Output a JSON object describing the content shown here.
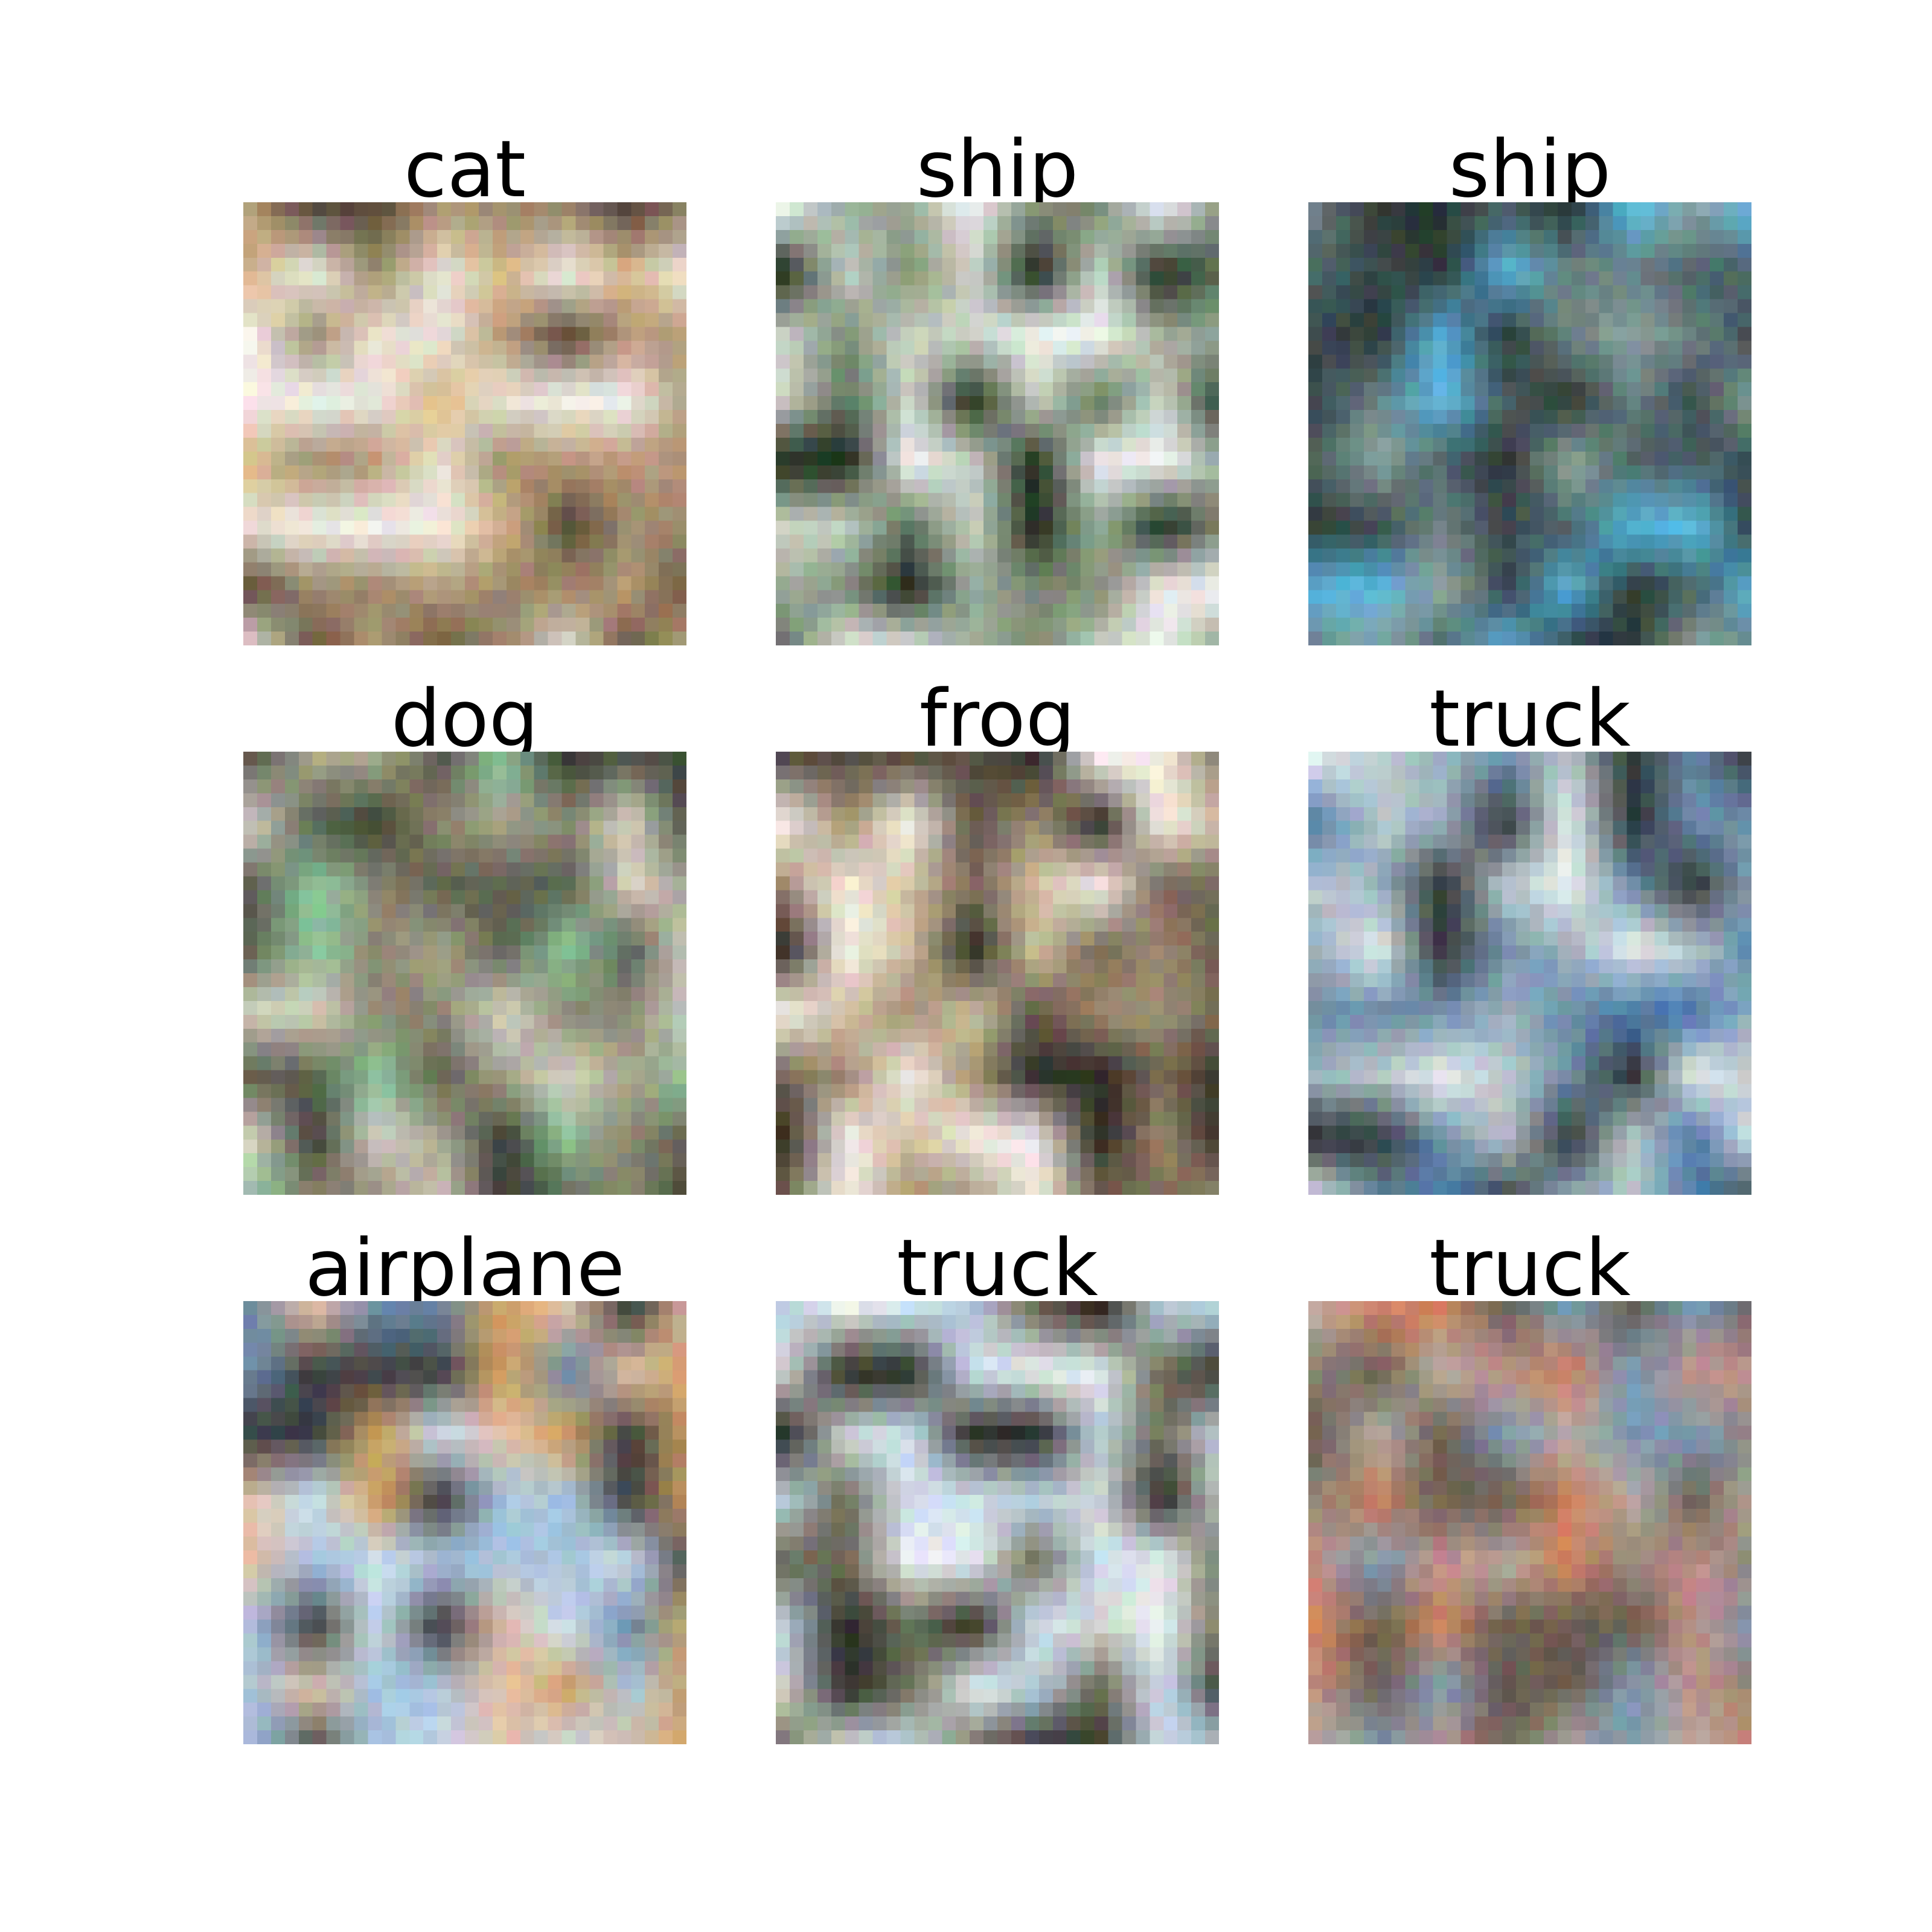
{
  "grid": {
    "columns": 3,
    "rows": 3,
    "cells": [
      {
        "label": "cat",
        "palette": [
          "#b89a78",
          "#e8e2d6",
          "#d8b98a",
          "#5a4a3a",
          "#f2eee8",
          "#9c8a6c"
        ]
      },
      {
        "label": "ship",
        "palette": [
          "#eef2f0",
          "#9aaa98",
          "#5c7058",
          "#c8d2c6",
          "#1e2a1c",
          "#7e8c76"
        ]
      },
      {
        "label": "ship",
        "palette": [
          "#4a6466",
          "#6c8284",
          "#3a4a4e",
          "#8ea4a0",
          "#58b6e0",
          "#2c3634"
        ]
      },
      {
        "label": "dog",
        "palette": [
          "#8c8872",
          "#5c6050",
          "#d4d0c4",
          "#a8a48c",
          "#3c4034",
          "#8cc49c"
        ]
      },
      {
        "label": "frog",
        "palette": [
          "#a08c70",
          "#5c5446",
          "#d0c0a0",
          "#766a58",
          "#f4eee6",
          "#2e2a24"
        ]
      },
      {
        "label": "truck",
        "palette": [
          "#4a78a8",
          "#6c8ea8",
          "#e6eef0",
          "#2c3438",
          "#9cb2c0",
          "#b8c8cc"
        ]
      },
      {
        "label": "airplane",
        "palette": [
          "#a8c4dc",
          "#c8dcec",
          "#6c8aa4",
          "#e0c0a8",
          "#3c3e40",
          "#d0a060"
        ]
      },
      {
        "label": "truck",
        "palette": [
          "#cfe0f0",
          "#e8eef0",
          "#b8ccdc",
          "#2c2a24",
          "#d0d4d0",
          "#6c6c58"
        ]
      },
      {
        "label": "truck",
        "palette": [
          "#8c8478",
          "#c09088",
          "#6a5e52",
          "#b8b0a4",
          "#d08060",
          "#7c9ab4"
        ]
      }
    ]
  }
}
